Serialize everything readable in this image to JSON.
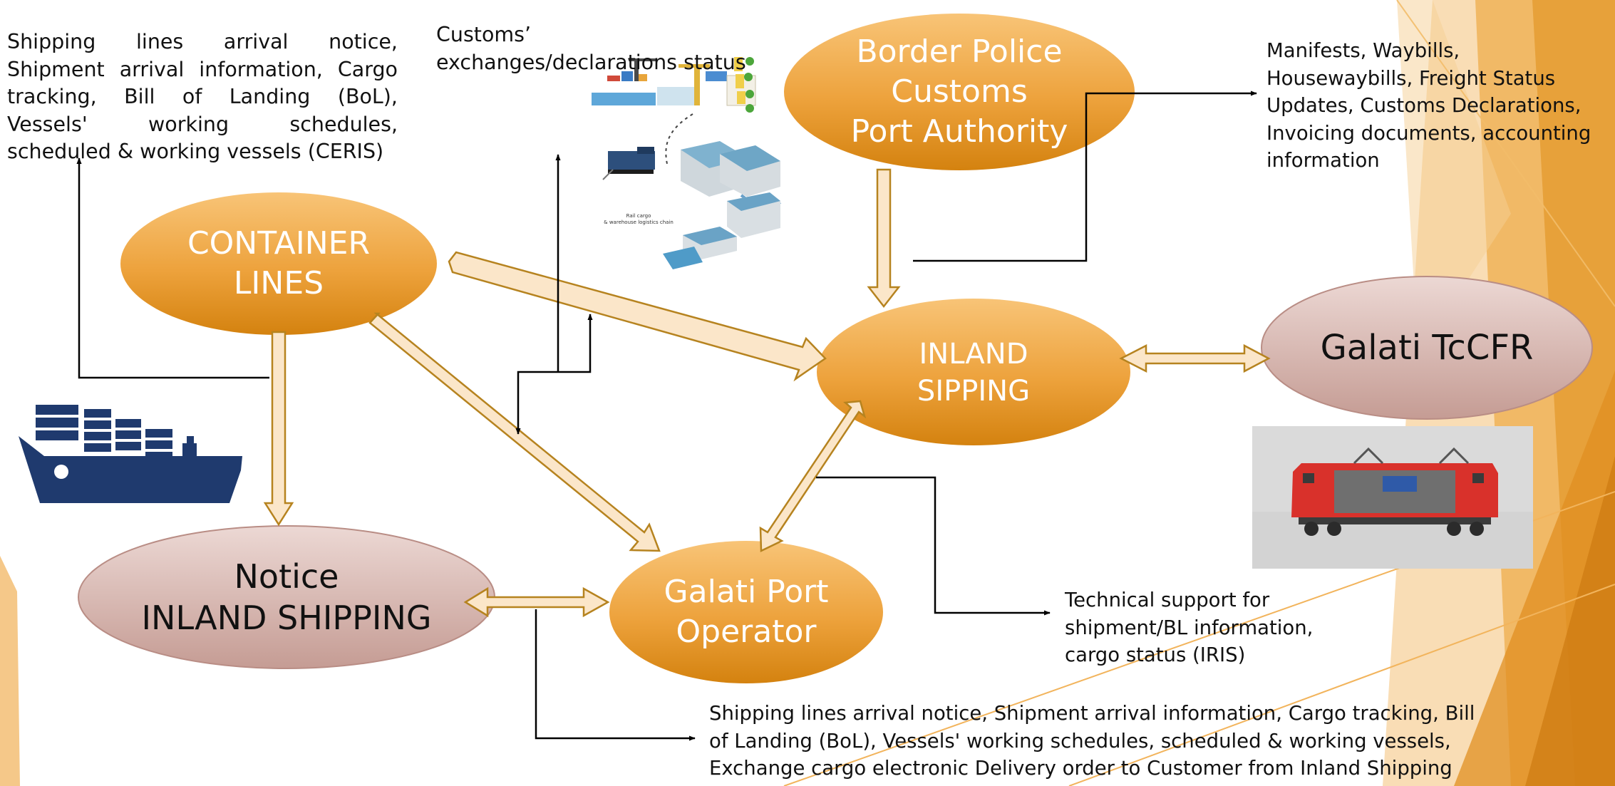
{
  "colors": {
    "node_orange_light": "#f6bd6c",
    "node_orange_dark": "#dc8a1c",
    "node_rose_light": "#e9d1cd",
    "node_rose_dark": "#c19890",
    "arrow_fill": "#fbe6c9",
    "arrow_stroke": "#b6831f",
    "connector": "#000000",
    "background_accent": "#f0b44d",
    "ship_icon": "#1f3a6e"
  },
  "nodes": {
    "border_police": [
      "Border Police",
      "Customs",
      "Port Authority"
    ],
    "container_lines": [
      "CONTAINER",
      "LINES"
    ],
    "inland_shipping": [
      "INLAND",
      "SIPPING"
    ],
    "galati_tccfr": [
      "Galati TcCFR"
    ],
    "notice_inland": [
      "Notice",
      "INLAND SHIPPING"
    ],
    "galati_port": [
      "Galati Port",
      "Operator"
    ]
  },
  "notes": {
    "shipping_lines_top": "Shipping lines arrival notice, Shipment arrival information, Cargo tracking, Bill of Landing (BoL), Vessels' working schedules, scheduled & working vessels (CERIS)",
    "customs_exchanges": "Customs’ exchanges/declarations status",
    "manifests": "Manifests, Waybills, Housewaybills, Freight Status Updates, Customs Declarations, Invoicing documents, accounting information",
    "technical_support": "Technical support for shipment/BL information, cargo status (IRIS)",
    "shipping_lines_bottom": "Shipping lines arrival notice, Shipment arrival information, Cargo tracking, Bill of Landing (BoL), Vessels' working schedules, scheduled & working vessels, Exchange cargo electronic Delivery order to Customer from Inland Shipping"
  },
  "pictures": {
    "logistics": [
      "container-terminal",
      "rail-cargo-warehouse"
    ],
    "locomotive": "red-electric-locomotive",
    "logistics_caption": [
      "Rail cargo",
      "& warehouse logistics chain"
    ]
  },
  "icons": {
    "ship": "container-ship-icon"
  }
}
